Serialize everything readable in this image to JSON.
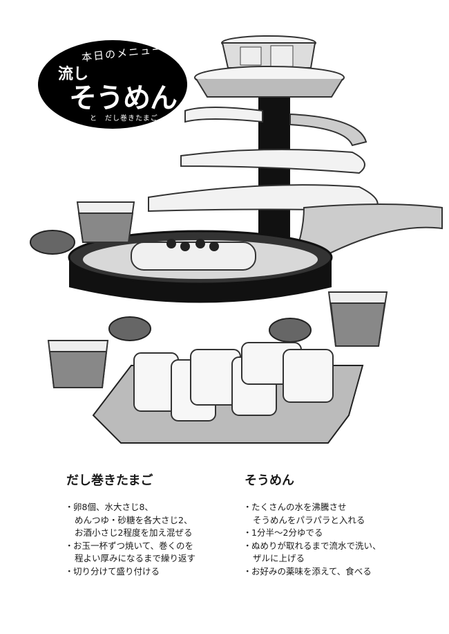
{
  "menu_sign": {
    "top": "本日のメニュー",
    "main_line1": "流し",
    "main_line2": "そうめん",
    "sub": "と　だし巻きたまご"
  },
  "recipes": [
    {
      "title": "だし巻きたまご",
      "steps": [
        "卵8個、水大さじ8、\nめんつゆ・砂糖を各大さじ2、\nお酒小さじ2程度を加え混ぜる",
        "お玉一杯ずつ焼いて、巻くのを\n程よい厚みになるまで繰り返す",
        "切り分けて盛り付ける"
      ]
    },
    {
      "title": "そうめん",
      "steps": [
        "たくさんの水を沸騰させ\nそうめんをパラパラと入れる",
        "1分半〜2分ゆでる",
        "ぬめりが取れるまで流水で洗い、\nザルに上げる",
        "お好みの薬味を添えて、食べる"
      ]
    }
  ]
}
